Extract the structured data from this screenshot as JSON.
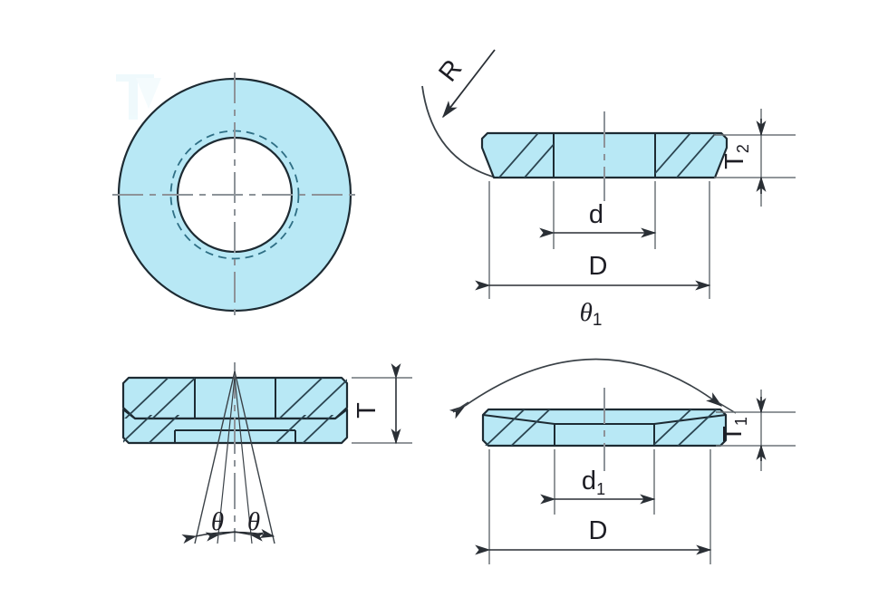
{
  "drawing": {
    "title": "Spherical Washer Set Technical Drawing",
    "background_color": "#ffffff",
    "fill_color": "#b8e8f5",
    "outline_color": "#1d2b33",
    "dimension_line_color": "#555c63",
    "centerline_color": "#7b8287",
    "hatch_color": "#2b4450",
    "label_color": "#1d1d24"
  },
  "views": {
    "plan": {
      "name": "plan-view",
      "description": "Plan view of annular washer with centerlines and hidden dashed circle"
    },
    "spherical_section": {
      "name": "spherical-washer-section",
      "description": "Cross section of convex spherical washer"
    },
    "assembly_section": {
      "name": "assembly-section",
      "description": "Cross section of mated spherical and conical washer pair"
    },
    "conical_section": {
      "name": "conical-washer-section",
      "description": "Cross section of conical seat washer"
    }
  },
  "labels": {
    "radius": "R",
    "inner_diameter": "d",
    "inner_diameter_1": "d",
    "inner_diameter_1_sub": "1",
    "outer_diameter_top": "D",
    "outer_diameter_bottom": "D",
    "thickness_total": "T",
    "thickness_2": "T",
    "thickness_2_sub": "2",
    "thickness_1": "T",
    "thickness_1_sub": "1",
    "angle_left": "θ",
    "angle_right": "θ",
    "angle_1": "θ",
    "angle_1_sub": "1"
  },
  "watermark": {
    "visible": true,
    "color": "#eaf8fc"
  }
}
